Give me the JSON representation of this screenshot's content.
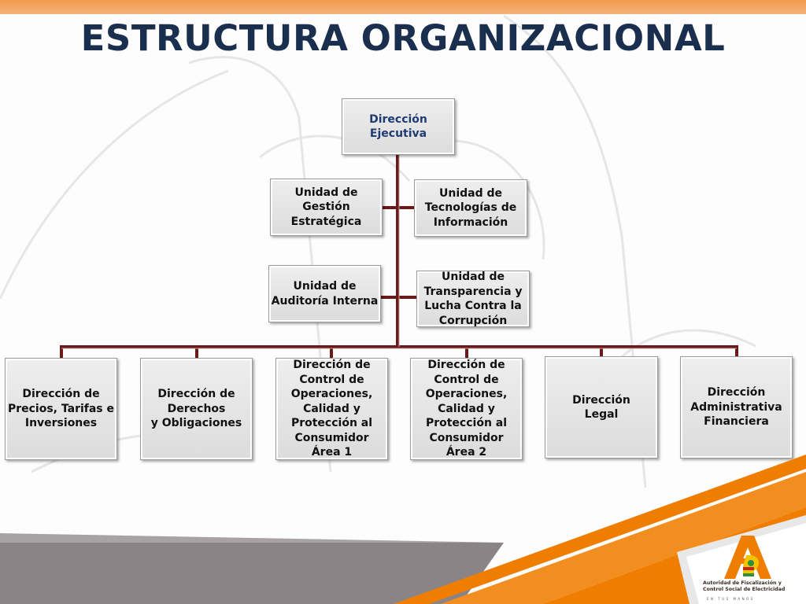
{
  "slide": {
    "title": "ESTRUCTURA ORGANIZACIONAL"
  },
  "colors": {
    "title": "#1a2e4e",
    "connector": "#6b1a1a",
    "accent_orange": "#ef7d00",
    "band_gray": "#8a8487"
  },
  "org_chart": {
    "executive": "Dirección\nEjecutiva",
    "staff_units": [
      "Unidad de Gestión\nEstratégica",
      "Unidad de\nTecnologías de\nInformación",
      "Unidad de\nAuditoría Interna",
      "Unidad de\nTransparencia y\nLucha Contra la\nCorrupción"
    ],
    "directorates": [
      "Dirección de\nPrecios, Tarifas e\nInversiones",
      "Dirección de\nDerechos\ny Obligaciones",
      "Dirección de\nControl de\nOperaciones,\nCalidad y\nProtección al\nConsumidor\nÁrea 1",
      "Dirección de\nControl de\nOperaciones,\nCalidad y\nProtección al\nConsumidor\nÁrea 2",
      "Dirección\nLegal",
      "Dirección\nAdministrativa\nFinanciera"
    ]
  },
  "logo": {
    "text": "Autoridad de Fiscalización y\nControl Social de Electricidad",
    "motto": "EN TUS MANOS"
  }
}
